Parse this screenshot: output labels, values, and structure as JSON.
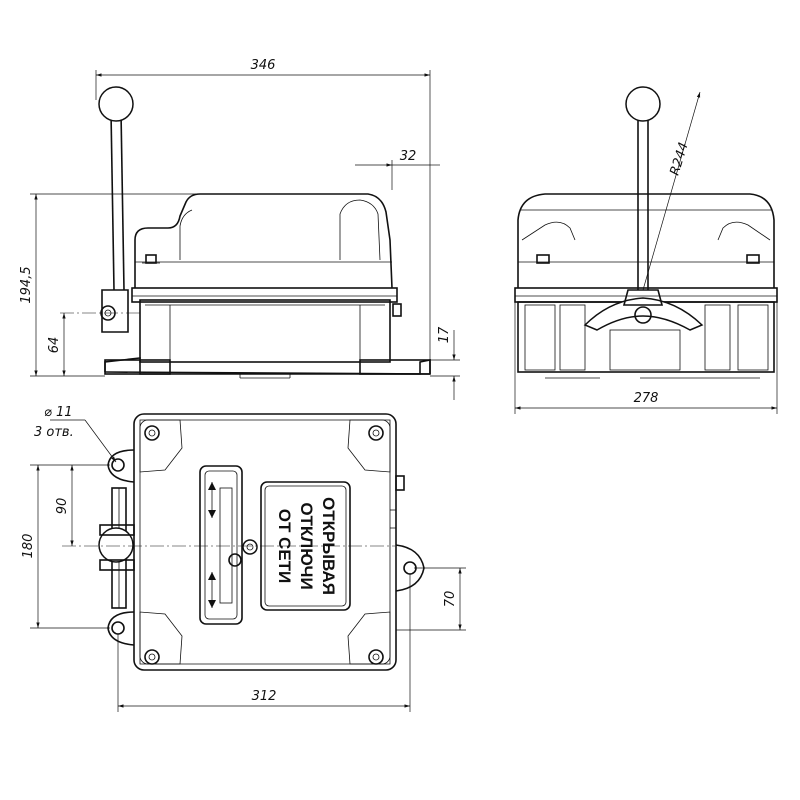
{
  "dimensions": {
    "overall_width": "346",
    "lever_offset": "32",
    "height": "194,5",
    "axis_height": "64",
    "base_thickness": "17",
    "side_width": "278",
    "lever_radius": "R244",
    "hole_dia": "⌀ 11",
    "hole_count": "3 отв.",
    "hole_spacing": "90",
    "body_depth": "180",
    "lug_offset": "70",
    "body_width": "312"
  },
  "plate": {
    "line1": "ОТКРЫВАЯ",
    "line2": "ОТКЛЮЧИ",
    "line3": "ОТ СЕТИ"
  }
}
